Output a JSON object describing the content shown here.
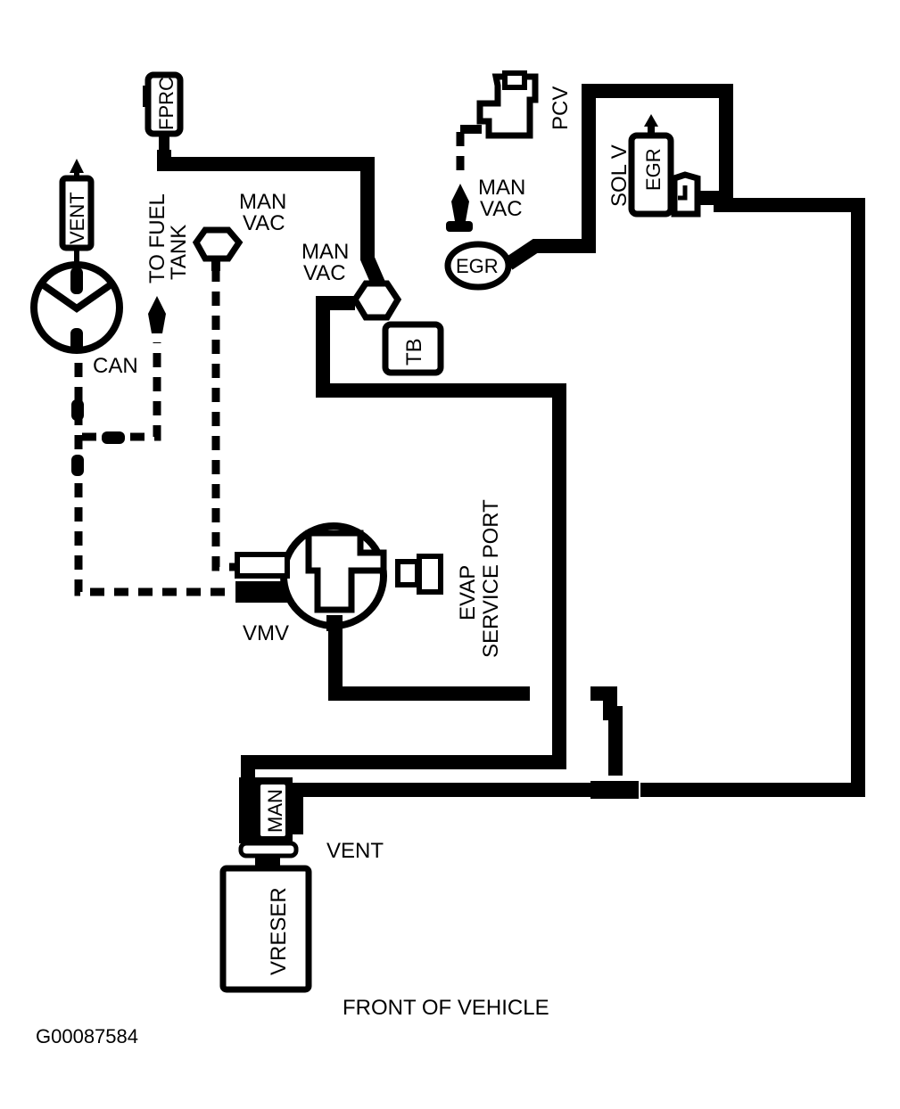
{
  "labels": {
    "vent_top": "VENT",
    "fprc": "FPRC",
    "to_fuel_tank_1": "TO FUEL",
    "to_fuel_tank_2": "TANK",
    "man_vac_left_1": "MAN",
    "man_vac_left_2": "VAC",
    "man_vac_mid_1": "MAN",
    "man_vac_mid_2": "VAC",
    "man_vac_right_1": "MAN",
    "man_vac_right_2": "VAC",
    "pcv": "PCV",
    "egr_oval": "EGR",
    "egr_box": "EGR",
    "sol_v": "SOL V",
    "can": "CAN",
    "tb": "TB",
    "evap_1": "EVAP",
    "evap_2": "SERVICE PORT",
    "vmv": "VMV",
    "man": "MAN",
    "vent_bottom": "VENT",
    "vreser": "VRESER",
    "front_of_vehicle": "FRONT OF VEHICLE",
    "figure_id": "G00087584"
  },
  "colors": {
    "line": "#000000",
    "background": "#ffffff"
  }
}
